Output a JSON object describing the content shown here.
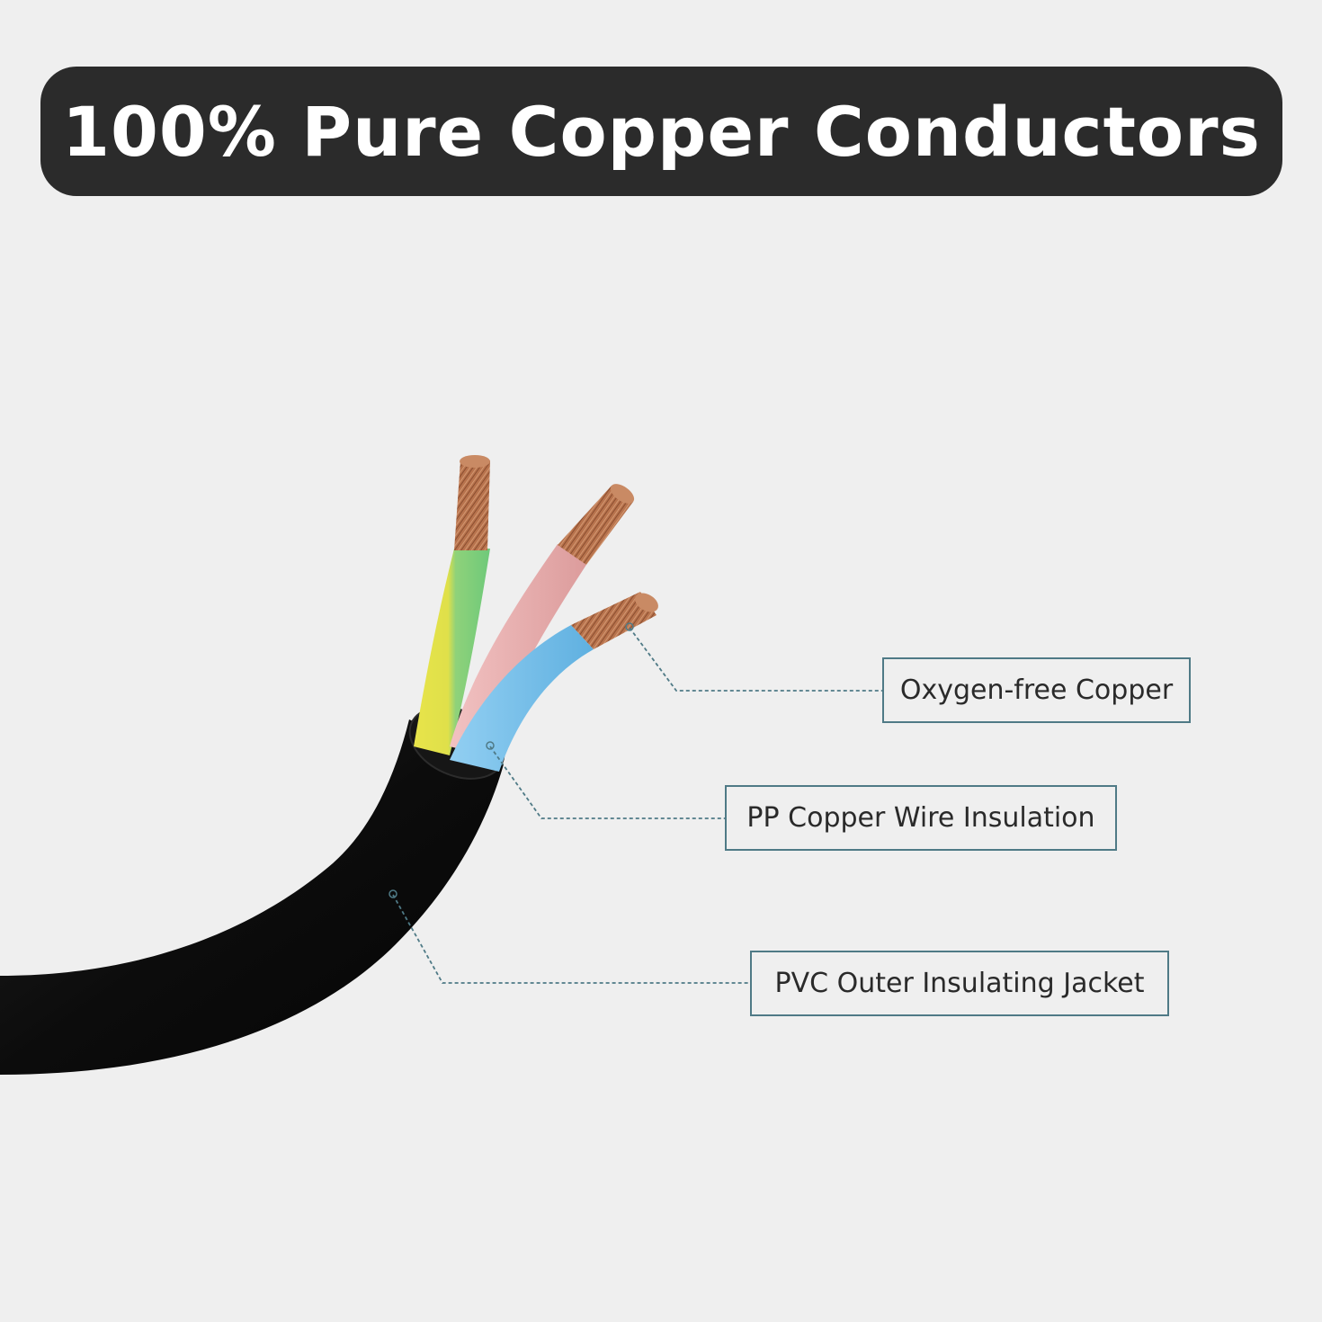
{
  "title": "100% Pure Copper Conductors",
  "callouts": {
    "oxygen_free_copper": "Oxygen-free Copper",
    "pp_insulation": "PP Copper Wire Insulation",
    "pvc_jacket": "PVC Outer Insulating Jacket"
  },
  "colors": {
    "background": "#efefef",
    "banner": "#2b2b2b",
    "cable_jacket": "#111111",
    "earth_wire_yellow": "#e6e24a",
    "earth_wire_green": "#7fd07a",
    "live_wire_pink": "#eab0b0",
    "neutral_wire_blue": "#7cc2ec",
    "copper": "#b87550",
    "leader_line": "#4f7a86"
  }
}
